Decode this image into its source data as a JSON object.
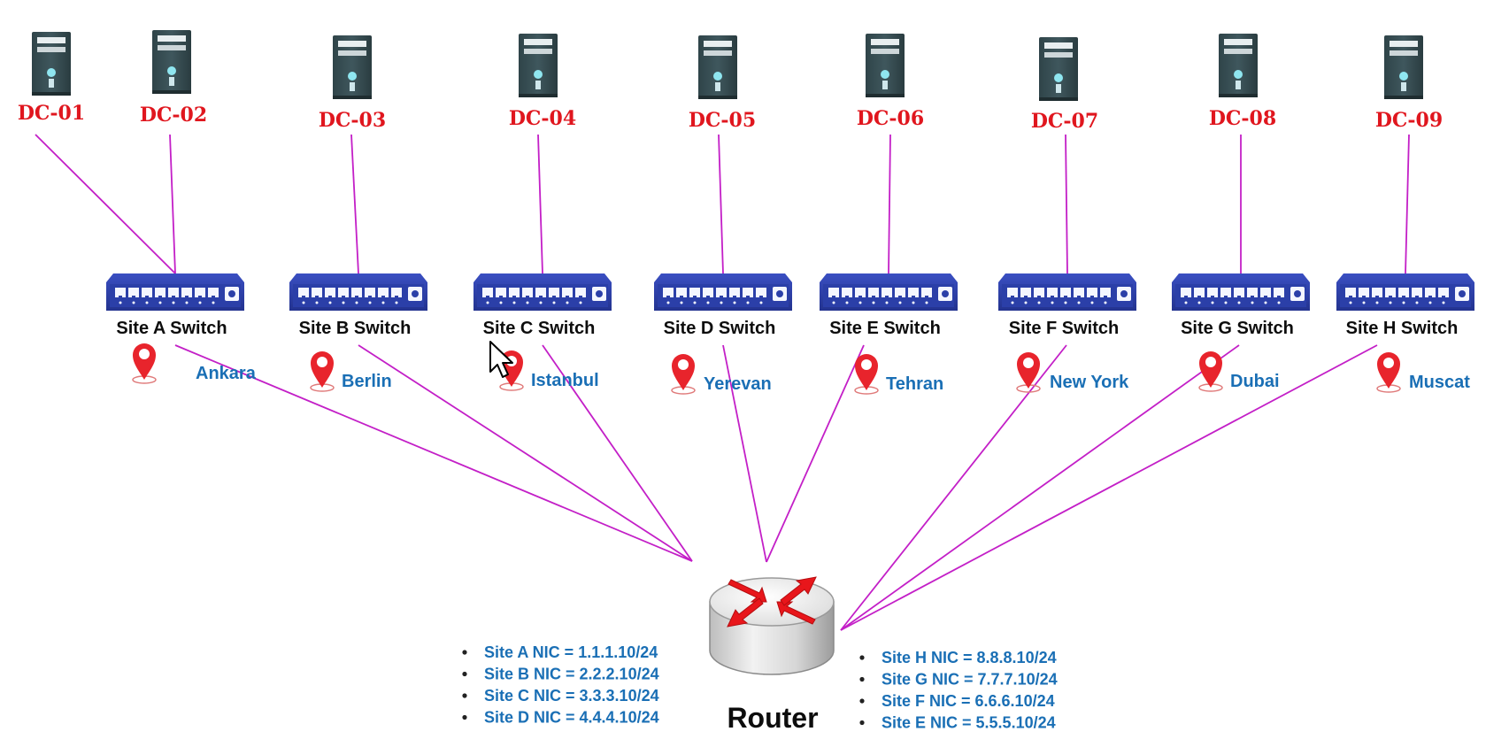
{
  "colors": {
    "link_line": "#c31fc7",
    "dc_label": "#e0161e",
    "city_label": "#1a6fb5",
    "switch_blue": "#2b3fa8",
    "router_arrow": "#e8161b",
    "pin_red": "#e8242c"
  },
  "domain_controllers": [
    {
      "label": "DC-01",
      "switch": 0
    },
    {
      "label": "DC-02",
      "switch": 0
    },
    {
      "label": "DC-03",
      "switch": 1
    },
    {
      "label": "DC-04",
      "switch": 2
    },
    {
      "label": "DC-05",
      "switch": 3
    },
    {
      "label": "DC-06",
      "switch": 4
    },
    {
      "label": "DC-07",
      "switch": 5
    },
    {
      "label": "DC-08",
      "switch": 6
    },
    {
      "label": "DC-09",
      "switch": 7
    }
  ],
  "sites": [
    {
      "switch_label": "Site A Switch",
      "city": "Ankara"
    },
    {
      "switch_label": "Site B Switch",
      "city": "Berlin"
    },
    {
      "switch_label": "Site C Switch",
      "city": "Istanbul"
    },
    {
      "switch_label": "Site D Switch",
      "city": "Yerevan"
    },
    {
      "switch_label": "Site E Switch",
      "city": "Tehran"
    },
    {
      "switch_label": "Site F Switch",
      "city": "New York"
    },
    {
      "switch_label": "Site G Switch",
      "city": "Dubai"
    },
    {
      "switch_label": "Site H Switch",
      "city": "Muscat"
    }
  ],
  "router": {
    "label": "Router",
    "nic_left": [
      "Site A NIC = 1.1.1.10/24",
      "Site B NIC = 2.2.2.10/24",
      "Site C NIC = 3.3.3.10/24",
      "Site D NIC = 4.4.4.10/24"
    ],
    "nic_right": [
      "Site H NIC = 8.8.8.10/24",
      "Site G NIC = 7.7.7.10/24",
      "Site F NIC = 6.6.6.10/24",
      "Site E NIC = 5.5.5.10/24"
    ]
  },
  "icons": {
    "server": "server-tower-icon",
    "switch": "network-switch-icon",
    "pin": "map-pin-icon",
    "router": "router-icon",
    "cursor": "mouse-cursor-icon"
  }
}
